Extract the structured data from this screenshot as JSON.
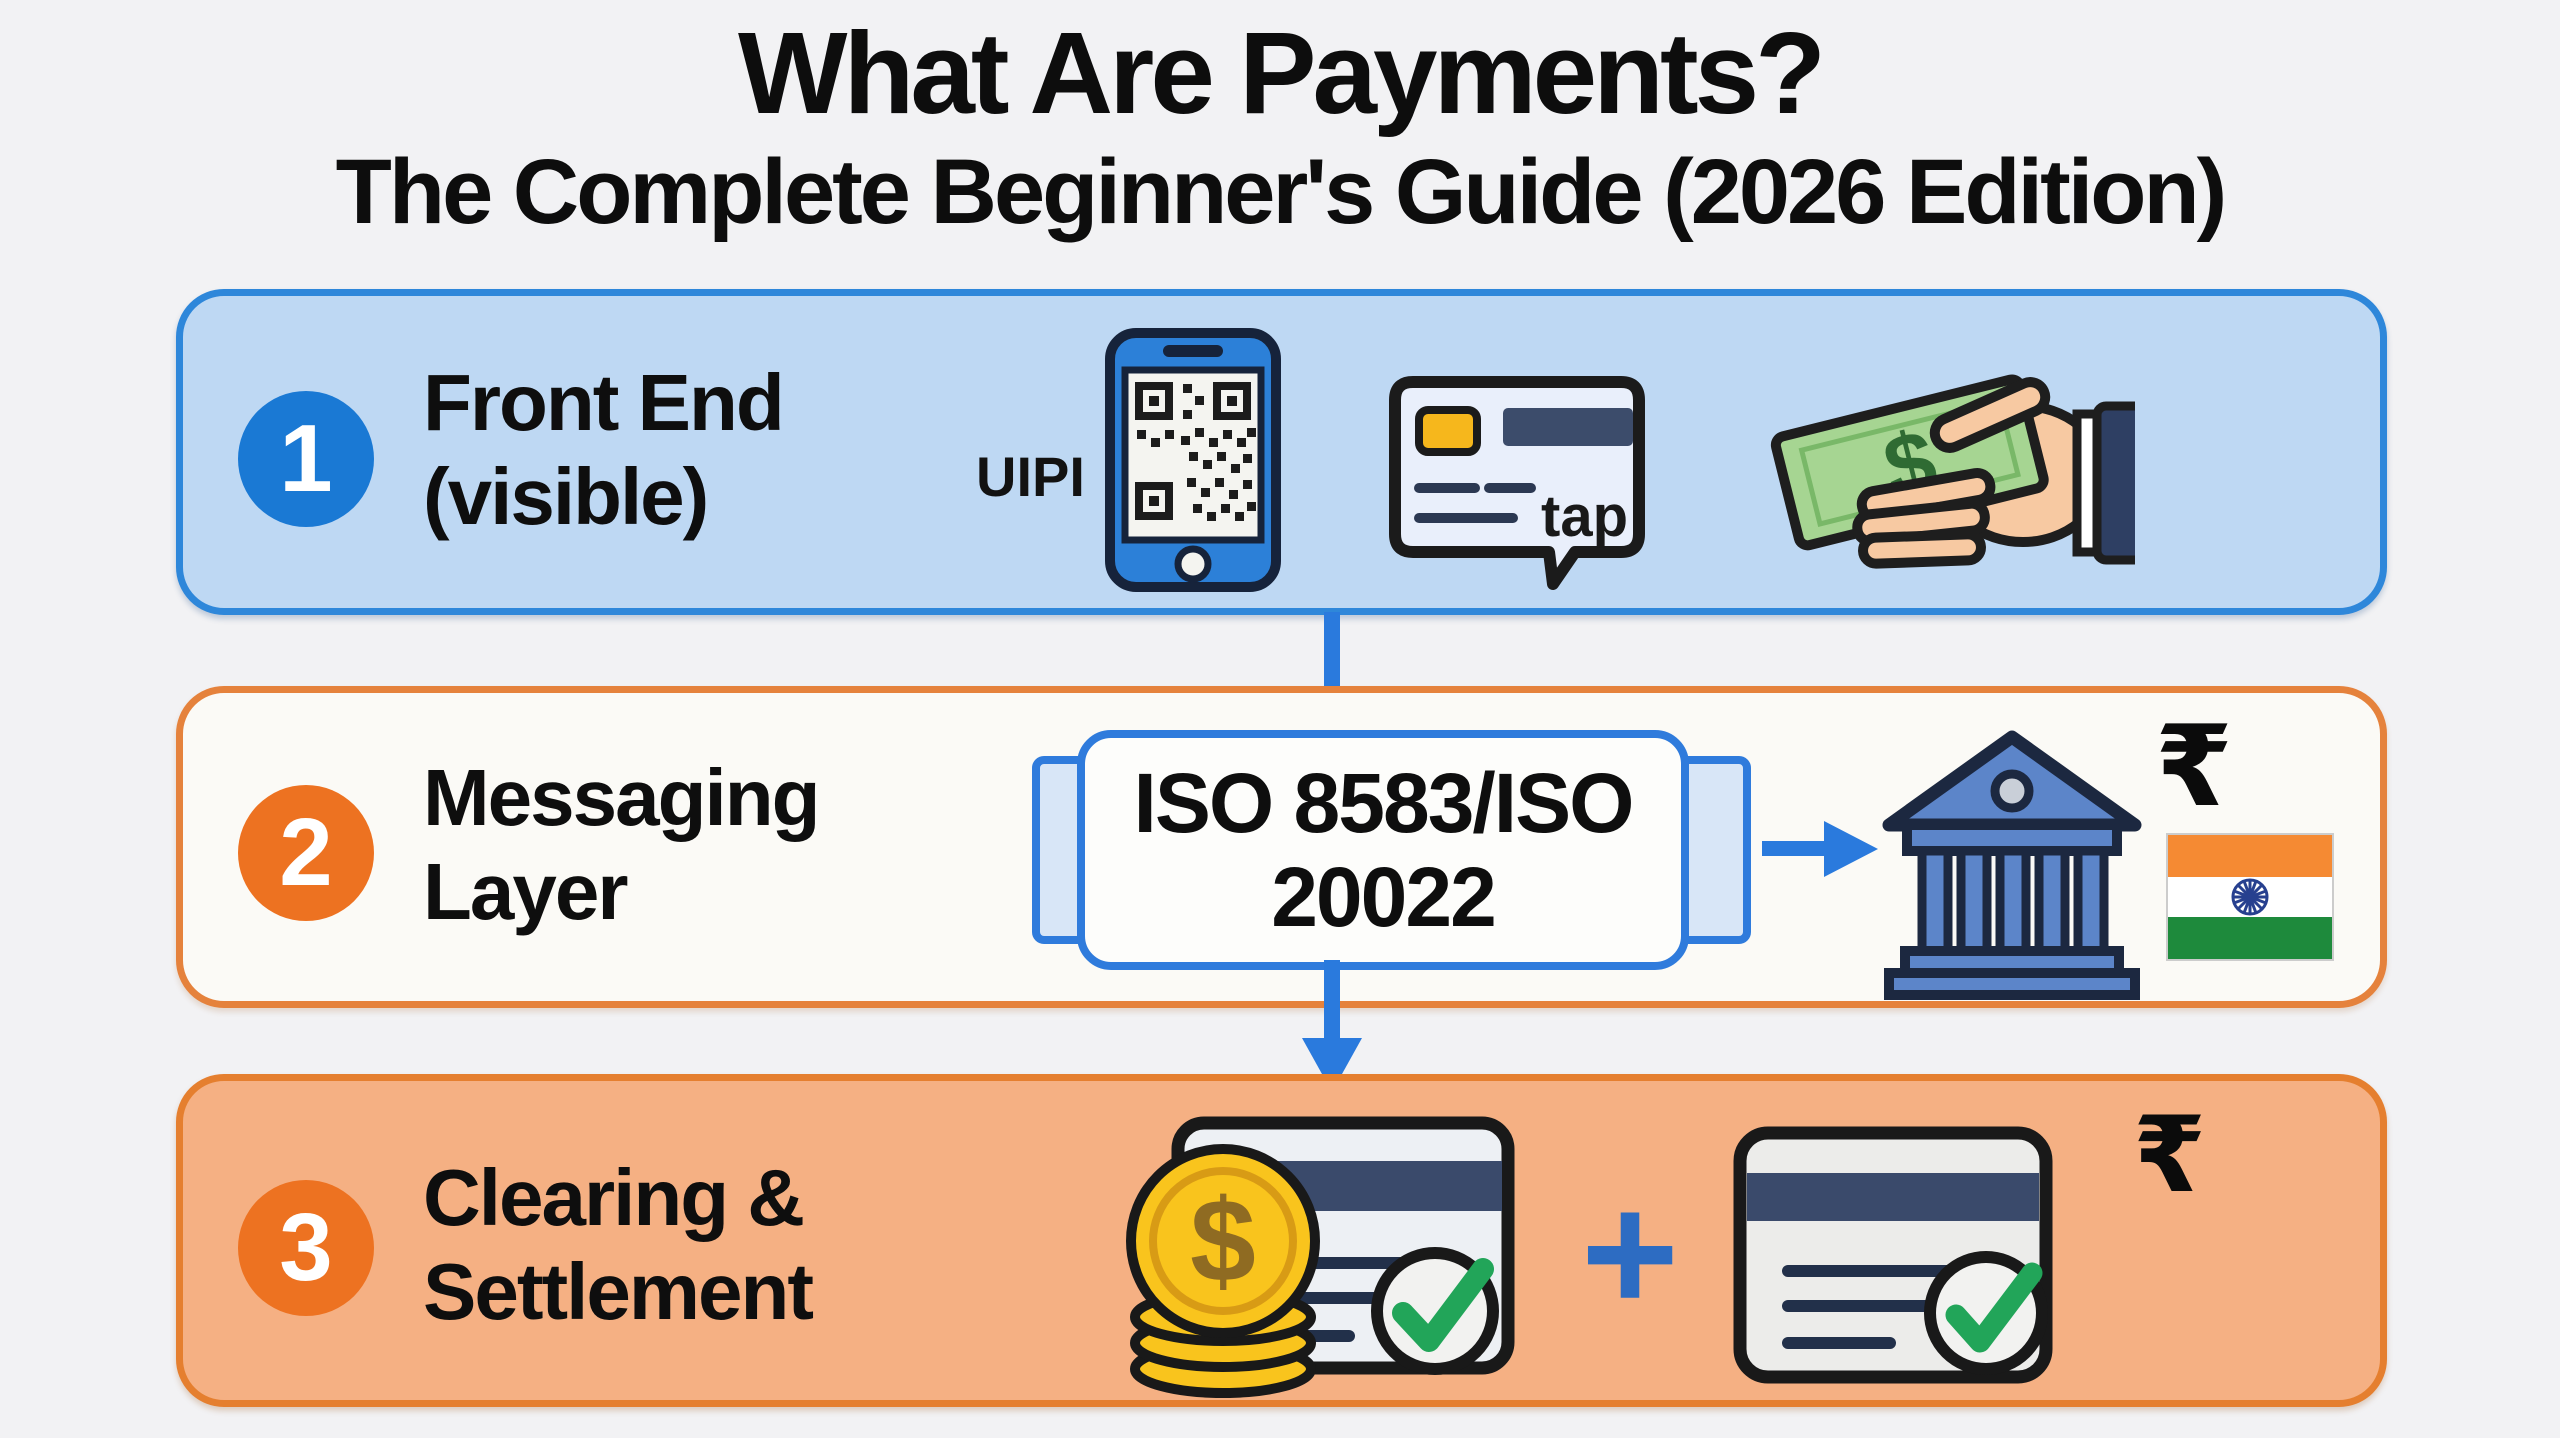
{
  "title": "What Are Payments?",
  "subtitle": "The Complete Beginner's Guide (2026 Edition)",
  "steps": [
    {
      "number": "1",
      "label_line1": "Front End",
      "label_line2": "(visible)"
    },
    {
      "number": "2",
      "label_line1": "Messaging",
      "label_line2": "Layer"
    },
    {
      "number": "3",
      "label_line1": "Clearing &",
      "label_line2": "Settlement"
    }
  ],
  "front_end": {
    "uipi_label": "UIPI",
    "tap_label": "tap",
    "cash_dollar": "$"
  },
  "messaging": {
    "iso_line1": "ISO 8583/ISO",
    "iso_line2": "20022",
    "rupee": "₹"
  },
  "clearing": {
    "coin_dollar": "$",
    "plus": "+",
    "rupee": "₹"
  },
  "icons": {
    "phone_qr": "phone-with-qr-code-icon",
    "tap_card": "contactless-card-tap-icon",
    "cash_hand": "hand-holding-cash-icon",
    "bank": "bank-building-icon",
    "india_flag": "india-flag-icon",
    "coins_card_check": "coins-and-approved-card-icon",
    "card_check": "approved-card-icon",
    "plus": "plus-icon",
    "arrow_down": "arrow-down-icon",
    "arrow_right": "arrow-right-icon"
  },
  "colors": {
    "background": "#f2f2f4",
    "row1_fill": "#bed8f3",
    "row1_border": "#2e87da",
    "row2_fill": "#fbfaf6",
    "row2_border": "#e5823c",
    "row3_fill": "#f5b083",
    "row3_border": "#e57f2f",
    "badge_blue": "#1a79d4",
    "badge_orange": "#ed7221",
    "arrow_blue": "#2a7add",
    "iso_border": "#2f7bdc",
    "check_green": "#22a559",
    "coin_gold": "#f9c41d",
    "card_stripe_navy": "#3a4a6b",
    "bill_green": "#a6d592",
    "flag_saffron": "#f58a33",
    "flag_green": "#1e8a3c"
  }
}
